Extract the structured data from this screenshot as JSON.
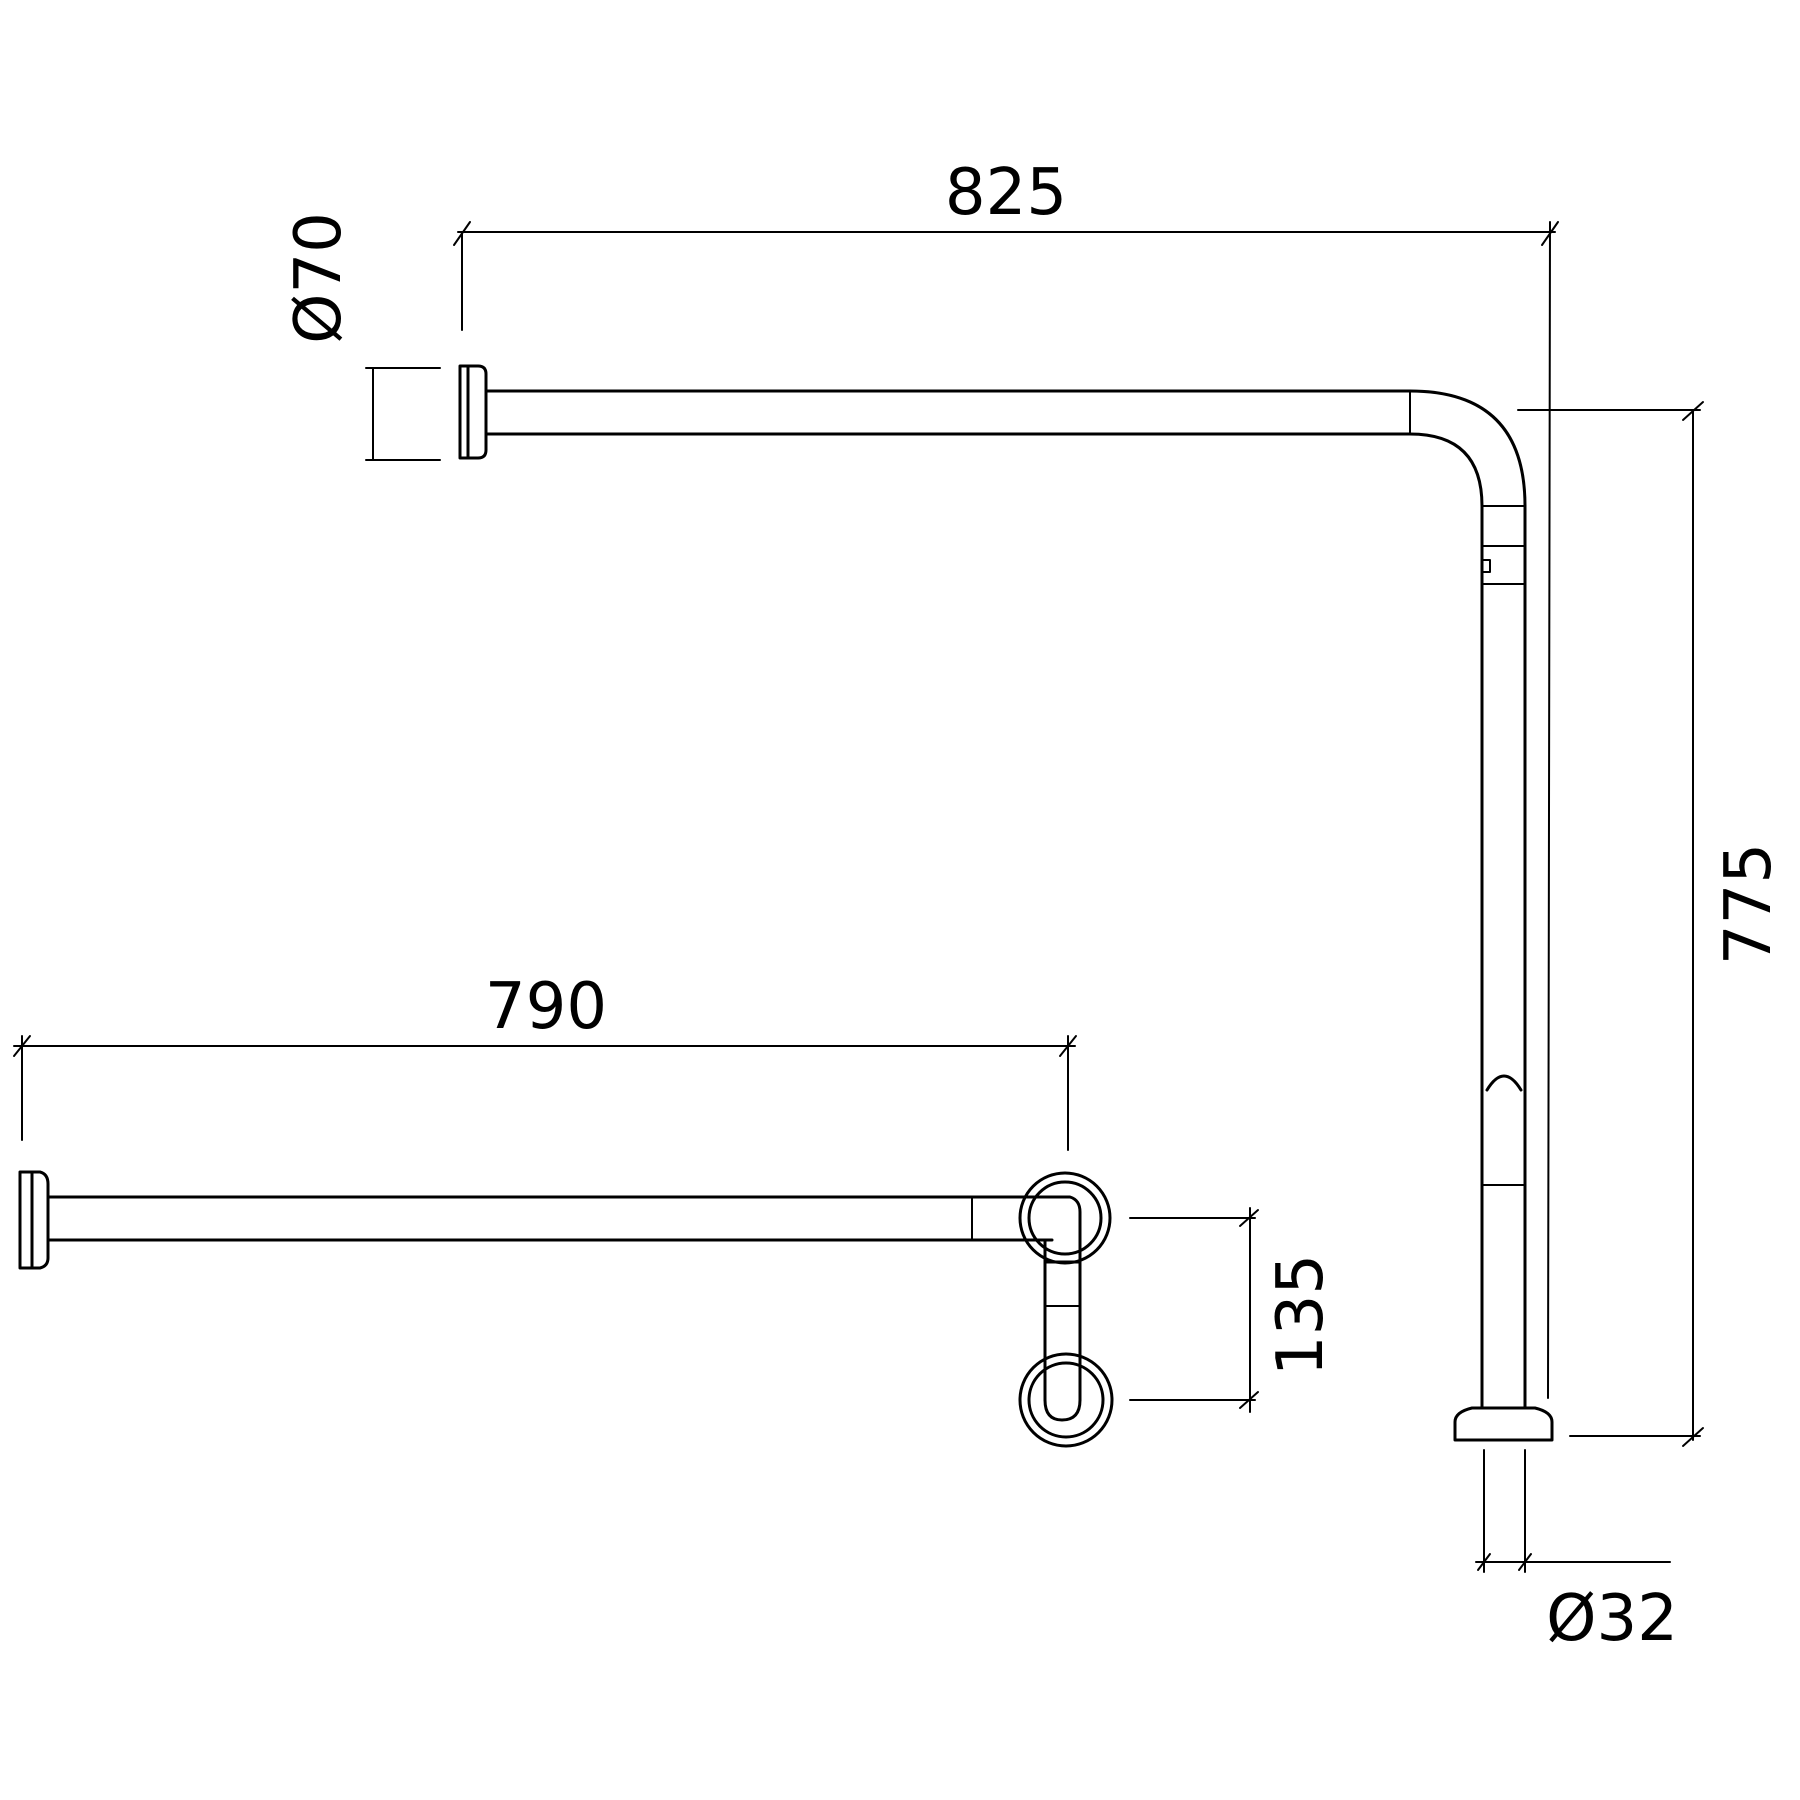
{
  "colors": {
    "line": "#000000",
    "background": "#ffffff"
  },
  "drawing": {
    "side_view": {
      "length_dimension": "825",
      "flange_diameter": "Ø70",
      "height_dimension": "775",
      "tube_diameter": "Ø32"
    },
    "plan_view": {
      "length_dimension": "790",
      "offset_dimension": "135"
    }
  }
}
